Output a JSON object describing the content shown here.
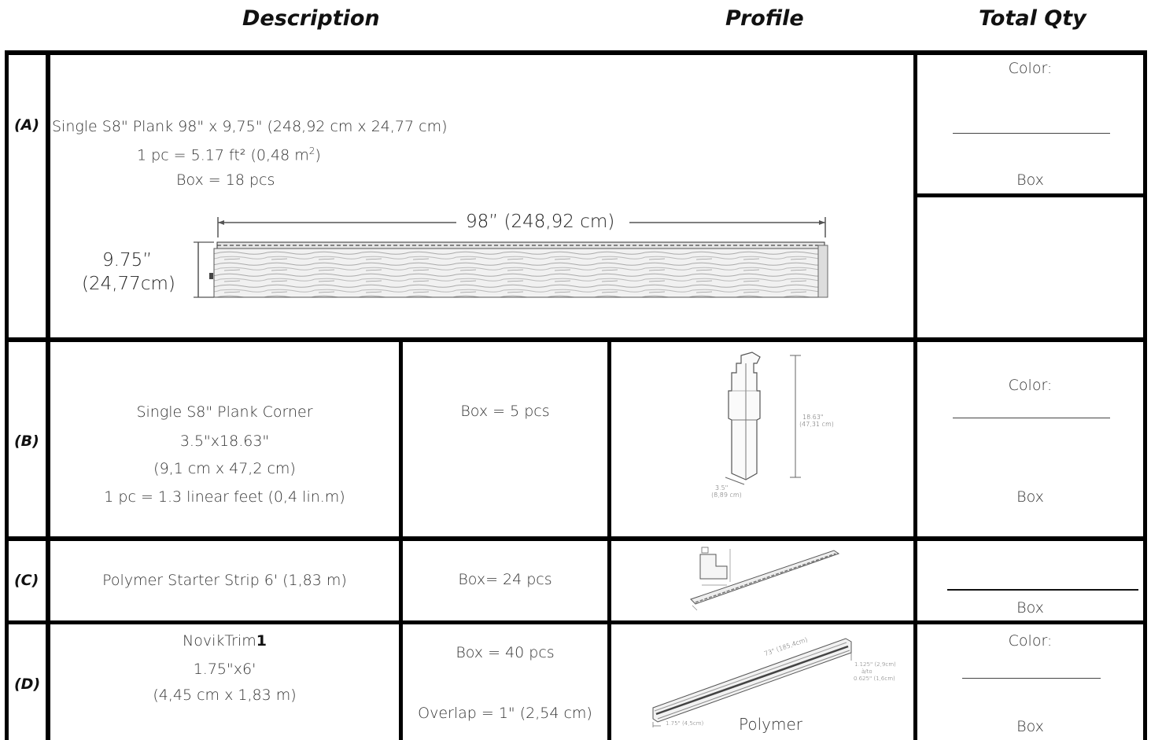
{
  "headers": {
    "description": "Description",
    "profile": "Profile",
    "total_qty": "Total Qty"
  },
  "rows": {
    "a": {
      "label": "(A)",
      "line1": "Single S8\" Plank 98\" x 9,75\" (248,92 cm x 24,77 cm)",
      "line2_pre": "1 pc = 5.17 ft² (0,48 m",
      "line2_sup": "2",
      "line2_post": ")",
      "line3": "Box = 18 pcs",
      "dim_length": "98” (248,92 cm)",
      "dim_height_1": "9.75”",
      "dim_height_2": "(24,77cm)",
      "color_label": "Color:",
      "box_label": "Box"
    },
    "b": {
      "label": "(B)",
      "line1": "Single S8\" Plank Corner",
      "line2": "3.5\"x18.63\"",
      "line3": "(9,1 cm x 47,2 cm)",
      "line4": "1 pc = 1.3 linear feet (0,4 lin.m)",
      "box": "Box = 5 pcs",
      "dim_h1": "18.63\"",
      "dim_h2": "(47,31 cm)",
      "dim_w1": "3.5\"",
      "dim_w2": "(8,89 cm)",
      "color_label": "Color:",
      "box_label": "Box"
    },
    "c": {
      "label": "(C)",
      "line1": "Polymer Starter Strip 6' (1,83 m)",
      "box": "Box= 24 pcs",
      "box_label": "Box"
    },
    "d": {
      "label": "(D)",
      "line1_pre": "NovikTrim",
      "line1_num": "1",
      "line2": "1.75\"x6'",
      "line3": "(4,45 cm x 1,83 m)",
      "box": "Box = 40 pcs",
      "overlap": "Overlap = 1\" (2,54 cm)",
      "dim_len": "73\" (185,4cm)",
      "dim_a": "1.125\" (2,9cm)",
      "dim_b": "à/to",
      "dim_c": "0.625\" (1,6cm)",
      "dim_w": "1.75\" (4,5cm)",
      "material": "Polymer",
      "color_label": "Color:",
      "box_label": "Box"
    }
  }
}
